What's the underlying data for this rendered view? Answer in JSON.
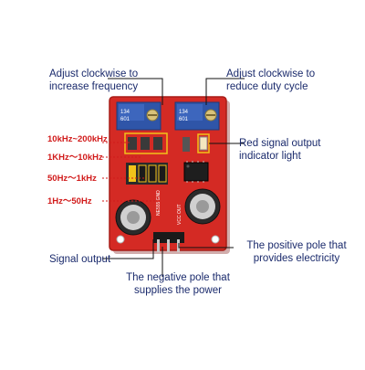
{
  "annotations": {
    "freq_adjust": "Adjust clockwise to\nincrease frequency",
    "duty_adjust": "Adjust clockwise to\nreduce duty cycle",
    "indicator": "Red signal output\nindicator light",
    "signal_output": "Signal output",
    "negative_pole": "The negative pole that\nsupplies the power",
    "positive_pole": "The positive pole that\nprovides electricity"
  },
  "ranges": {
    "r1": "10kHz~200kHz",
    "r2": "1KHz～10kHz",
    "r3": "50Hz～1kHz",
    "r4": "1Hz～50Hz"
  },
  "colors": {
    "pcb": "#d42a24",
    "annotation_text": "#1a2a6c",
    "range_text": "#d11a1a",
    "pot": "#2f55a8",
    "jumper": "#f2c21a"
  }
}
